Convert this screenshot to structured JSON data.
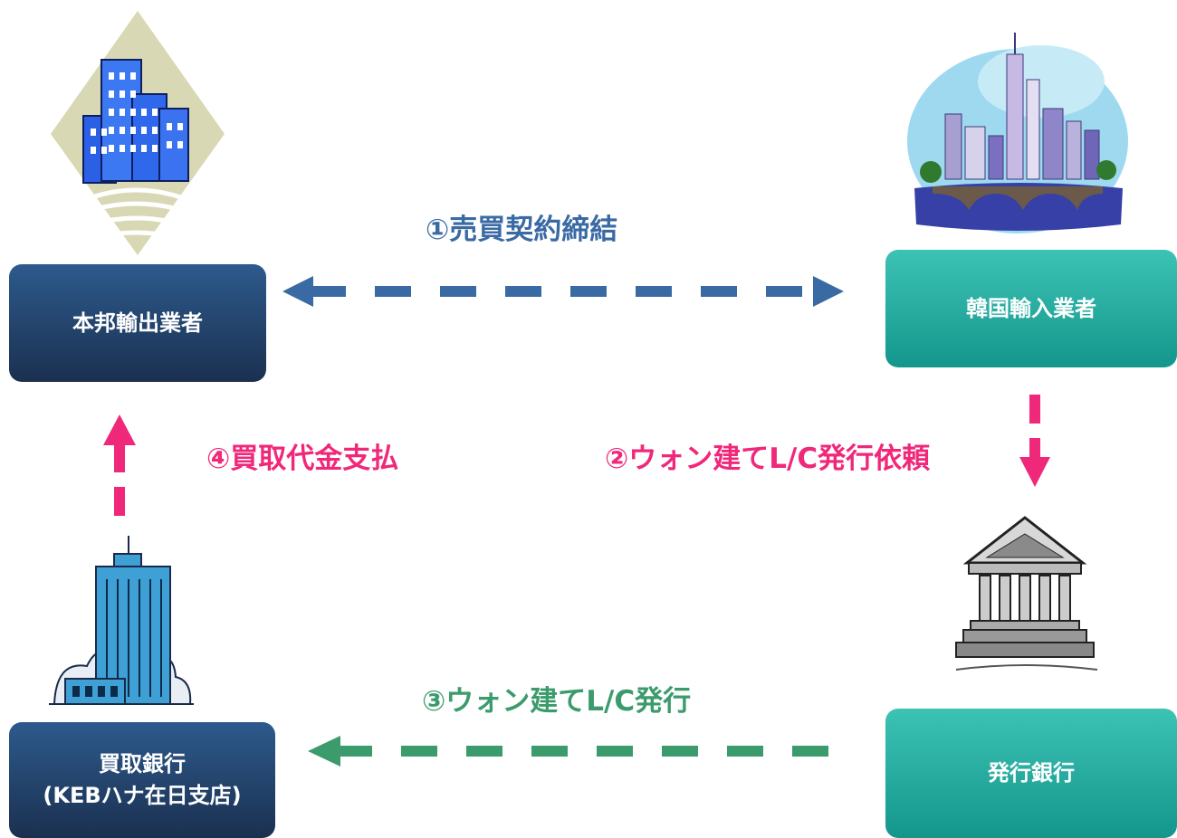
{
  "nodes": {
    "exporter": "本邦輸出業者",
    "importer": "韓国輸入業者",
    "buying_bank": "買取銀行\n(KEBハナ在日支店)",
    "issuing_bank": "発行銀行"
  },
  "steps": {
    "step1": "①売買契約締結",
    "step2": "②ウォン建てL/C発行依頼",
    "step3": "③ウォン建てL/C発行",
    "step4": "④買取代金支払"
  },
  "colors": {
    "navy_box": "#1f3a5f",
    "teal_box": "#1faa9e",
    "step1": "#3a6aa3",
    "step2_4": "#f0287a",
    "step3": "#3c9b6c"
  },
  "icons": [
    "office-buildings-icon",
    "city-skyline-icon",
    "bank-tower-icon",
    "classical-bank-icon"
  ]
}
